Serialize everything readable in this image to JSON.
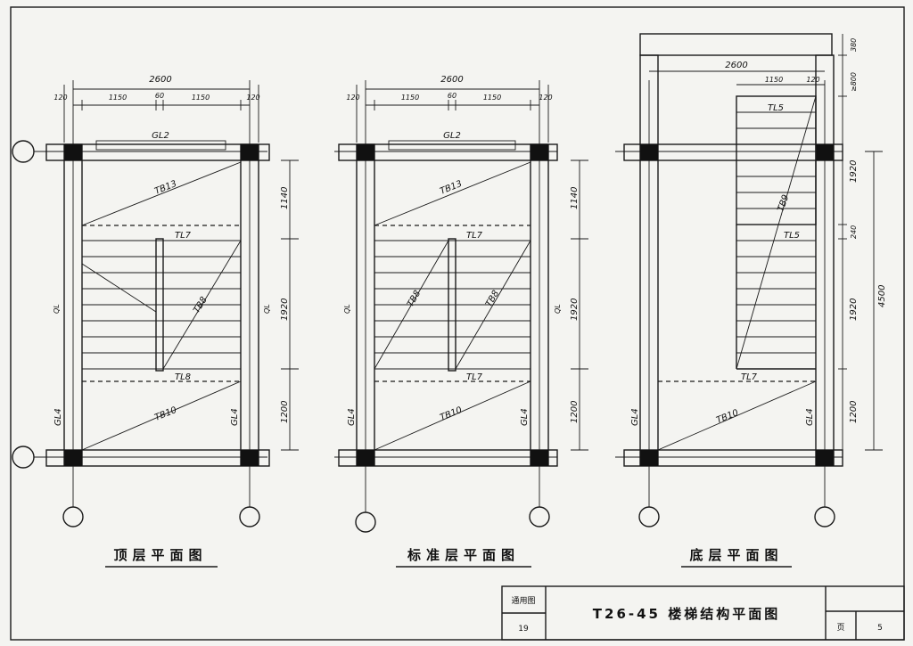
{
  "plans": [
    {
      "title": "顶层平面图",
      "dim_total": "2600",
      "dim_top": [
        "120",
        "1150",
        "60",
        "1150",
        "120"
      ],
      "dim_right": [
        "1140",
        "1920",
        "1200"
      ],
      "labels": {
        "gl_top": "GL2",
        "tb_top": "TB13",
        "tl_mid": "TL7",
        "tb_mid": "TB8",
        "tl_low": "TL8",
        "tb_low": "TB10",
        "gl_left": "GL4",
        "gl_right": "GL4",
        "ql_left": "QL",
        "ql_right": "QL"
      }
    },
    {
      "title": "标准层平面图",
      "dim_total": "2600",
      "dim_top": [
        "120",
        "1150",
        "60",
        "1150",
        "120"
      ],
      "dim_right": [
        "1140",
        "1920",
        "1200"
      ],
      "labels": {
        "gl_top": "GL2",
        "tb_top": "TB13",
        "tl_mid": "TL7",
        "tb_left": "TB8",
        "tb_right": "TB8",
        "tl_low": "TL7",
        "tb_low": "TB10",
        "gl_left": "GL4",
        "gl_right": "GL4",
        "ql_left": "QL",
        "ql_right": "QL"
      }
    },
    {
      "title": "底层平面图",
      "dim_total": "2600",
      "dim_top": [
        "1150",
        "120"
      ],
      "dim_right": [
        "380",
        "≥800",
        "1920",
        "240",
        "1920",
        "1200"
      ],
      "dim_right_total": "4500",
      "labels": {
        "tl_top": "TL5",
        "tb_top": "TB9",
        "tl_mid": "TL5",
        "tl_low": "TL7",
        "tb_low": "TB10",
        "gl_left": "GL4",
        "gl_right": "GL4"
      }
    }
  ],
  "title_block": {
    "label_a": "通用图",
    "number": "19",
    "title": "T26-45 楼梯结构平面图",
    "page_label": "页",
    "page": "5"
  }
}
